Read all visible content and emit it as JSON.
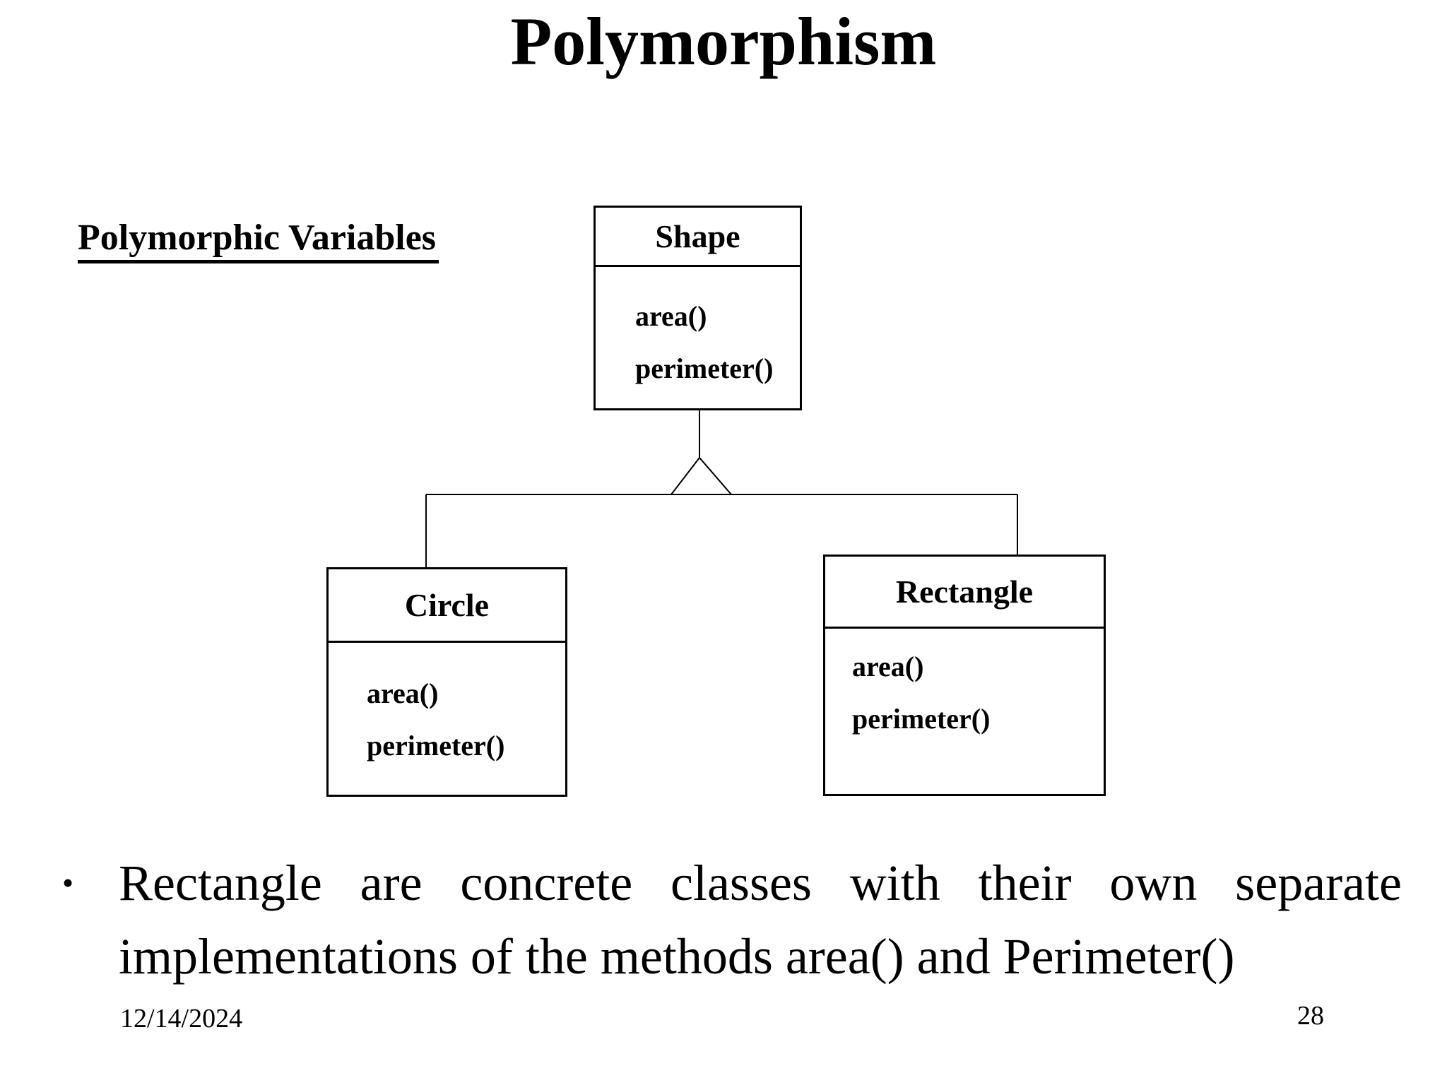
{
  "slide": {
    "title": "Polymorphism",
    "section_label": "Polymorphic Variables",
    "bullet": {
      "marker": "•",
      "line1": "Rectangle are concrete classes with their own separate",
      "line2": "implementations of the methods area() and Perimeter()"
    },
    "footer": {
      "date": "12/14/2024",
      "page_number": "28"
    }
  },
  "diagram": {
    "type": "uml-class-diagram",
    "relationship": "generalization",
    "parent": "Shape",
    "children": [
      "Circle",
      "Rectangle"
    ],
    "classes": [
      {
        "name": "Shape",
        "methods": [
          "area()",
          "perimeter()"
        ]
      },
      {
        "name": "Circle",
        "methods": [
          "area()",
          "perimeter()"
        ]
      },
      {
        "name": "Rectangle",
        "methods": [
          "area()",
          "perimeter()"
        ]
      }
    ]
  },
  "colors": {
    "background": "#ffffff",
    "text": "#000000",
    "line": "#000000"
  }
}
